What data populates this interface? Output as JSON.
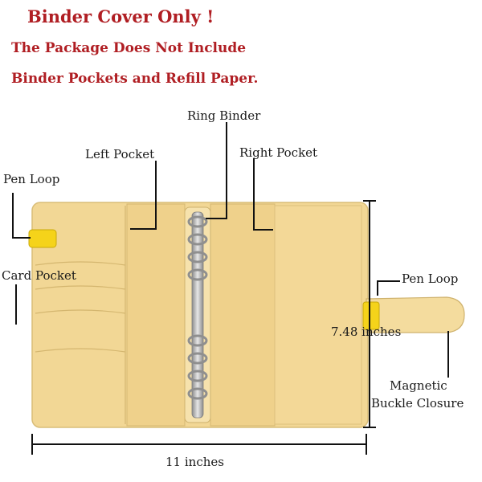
{
  "notice": {
    "line1": "Binder Cover Only !",
    "line2": "The Package Does Not Include",
    "line3": "Binder Pockets and Refill Paper."
  },
  "labels": {
    "ring_binder": "Ring Binder",
    "left_pocket": "Left Pocket",
    "right_pocket": "Right Pocket",
    "pen_loop_left": "Pen Loop",
    "card_pocket": "Card Pocket",
    "pen_loop_right": "Pen Loop",
    "height": "7.48 inches",
    "magnetic_line1": "Magnetic",
    "magnetic_line2": "Buckle Closure",
    "width": "11 inches"
  },
  "colors": {
    "notice": "#b01e23",
    "cover": "#f2d795",
    "cover_edge": "#d9bd78",
    "pen_loop": "#f5d31a",
    "rings": "#b9b9b9"
  }
}
